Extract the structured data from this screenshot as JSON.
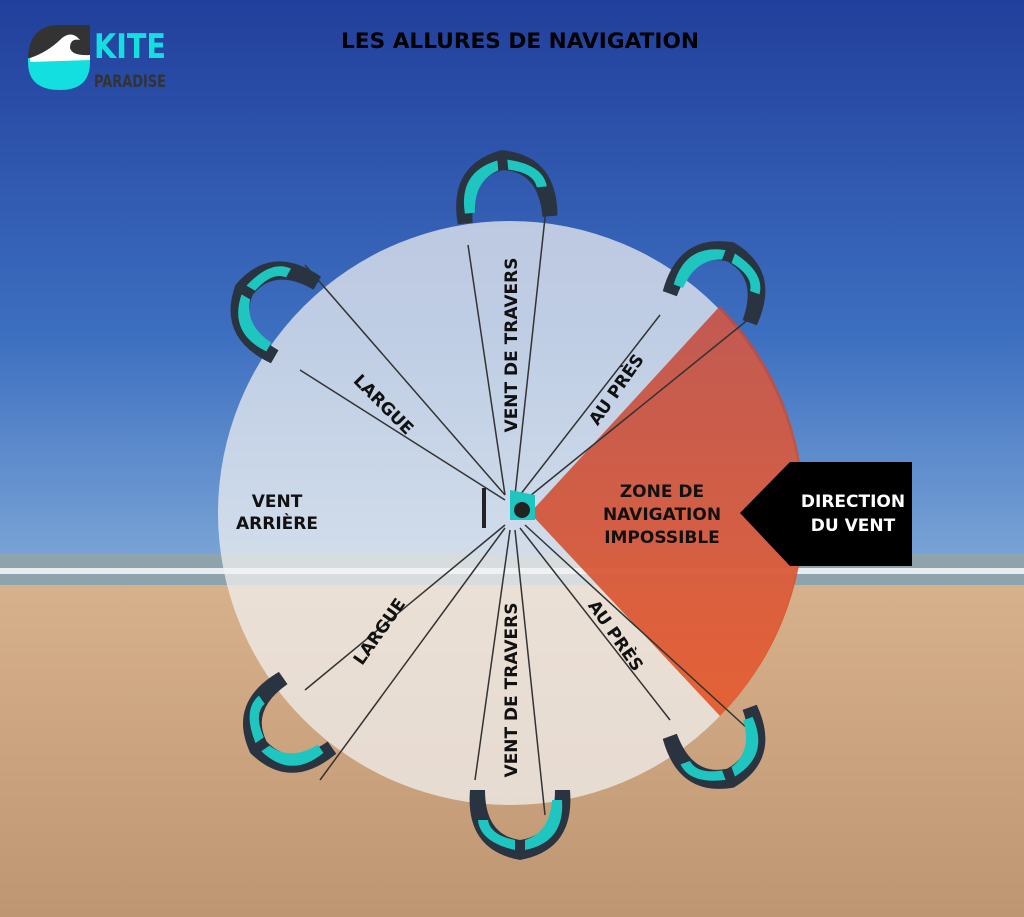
{
  "logo": {
    "line1": "KITE",
    "line2": "PARADISE"
  },
  "title": "LES ALLURES DE NAVIGATION",
  "labels": {
    "vent_de_travers_top": "VENT DE TRAVERS",
    "au_pres_top": "AU PRÈS",
    "largue_top": "LARGUE",
    "vent_arriere_1": "VENT",
    "vent_arriere_2": "ARRIÈRE",
    "largue_bottom": "LARGUE",
    "vent_de_travers_bottom": "VENT DE TRAVERS",
    "au_pres_bottom": "AU PRÈS",
    "zone_1": "ZONE DE",
    "zone_2": "NAVIGATION",
    "zone_3": "IMPOSSIBLE"
  },
  "wind": {
    "line1": "DIRECTION",
    "line2": "DU VENT"
  },
  "colors": {
    "teal": "#1fc6c0",
    "dark": "#2a3440",
    "red": "#d9421f",
    "sky": "#2449a6",
    "sand": "#c9a27c"
  }
}
